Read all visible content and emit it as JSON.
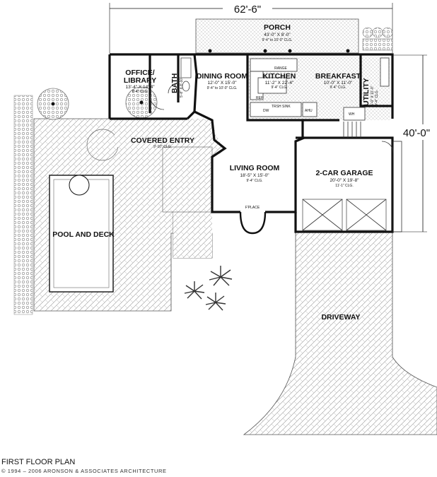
{
  "plan": {
    "overall_width": "62'-6\"",
    "overall_depth": "40'-0\"",
    "title": "FIRST FLOOR PLAN",
    "copyright": "© 1994 – 2006 ARONSON & ASSOCIATES ARCHITECTURE"
  },
  "rooms": {
    "porch": {
      "name": "PORCH",
      "size": "43'-0\" X 8'-0\"",
      "ceiling": "9'-4\" to 10'-0\" CLG."
    },
    "office": {
      "name_line1": "OFFICE/",
      "name_line2": "LIBRARY",
      "size": "13'-4\" X 14'-4\"",
      "ceiling": "9'-4\" CLG."
    },
    "bath": {
      "name": "BATH",
      "size": "5'-8\" X 8'-10\""
    },
    "dining": {
      "name": "DINING ROOM",
      "size": "12'-0\" X 15'-0\"",
      "ceiling": "9'-4\" to 10'-0\" CLG."
    },
    "kitchen": {
      "name": "KITCHEN",
      "size": "11'-2\" X 22'-4\"",
      "ceiling": "9'-4\" CLG."
    },
    "breakfast": {
      "name": "BREAKFAST",
      "size": "10'-0\" X 11'-0\"",
      "ceiling": "9'-4\" CLG."
    },
    "utility": {
      "name": "UTILITY",
      "size": "6'-0\" X 11'-0\"",
      "ceiling": "9'-4\" CLG."
    },
    "covered_entry": {
      "name": "COVERED ENTRY",
      "ceiling": "9'-10\" CLG."
    },
    "living": {
      "name": "LIVING ROOM",
      "size": "18'-5\" X 15'-0\"",
      "ceiling": "9'-4\" CLG."
    },
    "garage": {
      "name": "2-CAR GARAGE",
      "size": "20'-0\" X 19'-8\"",
      "ceiling": "11'-1\" CLG."
    },
    "pool": {
      "name": "POOL AND DECK"
    },
    "driveway": {
      "name": "DRIVEWAY"
    }
  },
  "fixtures": {
    "fireplace": "F'PLACE",
    "range": "RANGE",
    "ref": "REF",
    "dw": "DW",
    "trash_sink": "TRSH SINK",
    "ahu": "AHU",
    "wh": "WH"
  },
  "colors": {
    "hatch": "#9a9a9a",
    "wall": "#111111",
    "paper": "#ffffff"
  }
}
